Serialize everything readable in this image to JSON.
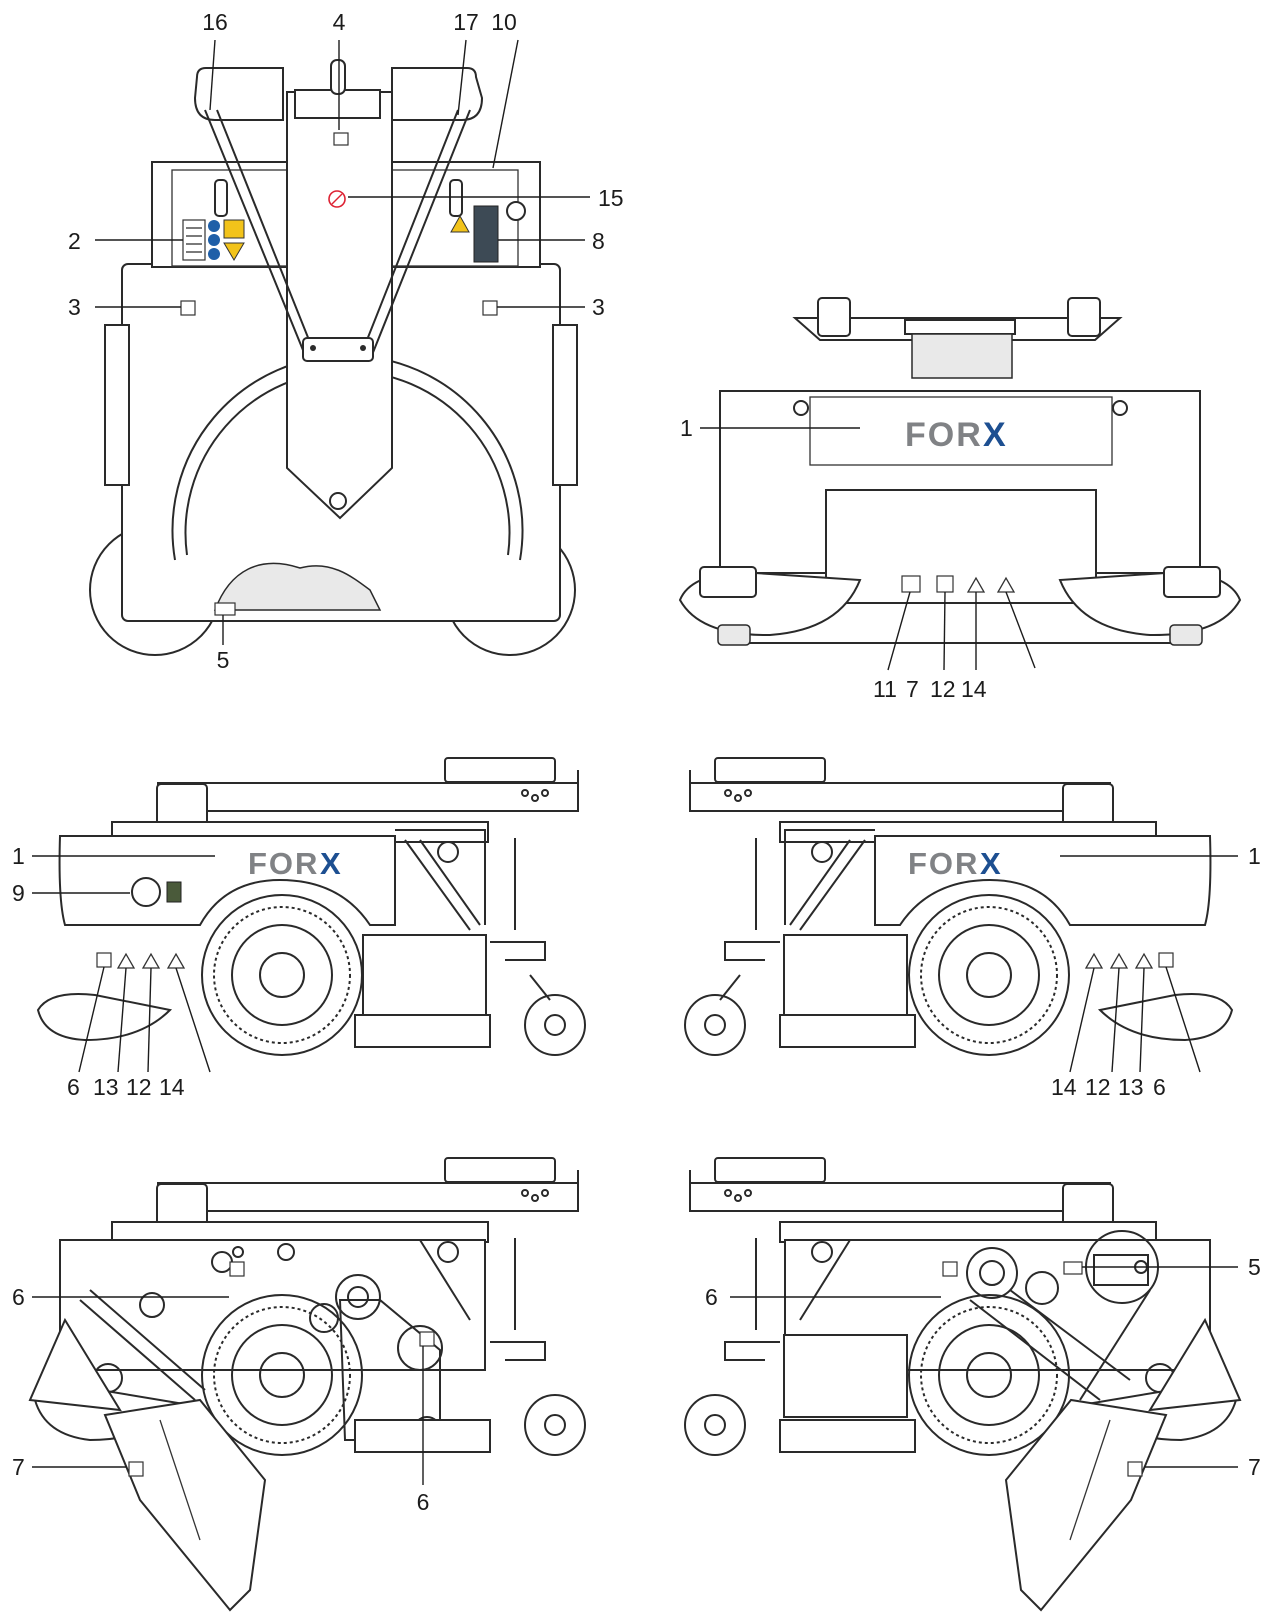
{
  "brand": {
    "prefix": "FOR",
    "suffix": "X",
    "accent_color": "#1d4f91",
    "text_color": "#808285"
  },
  "views": {
    "top": {
      "labels": [
        "16",
        "4",
        "17",
        "10",
        "15",
        "2",
        "8",
        "3",
        "3",
        "5"
      ]
    },
    "front": {
      "labels": [
        "1",
        "11",
        "7",
        "12",
        "14"
      ]
    },
    "side_left": {
      "labels": [
        "1",
        "9",
        "6",
        "13",
        "12",
        "14"
      ]
    },
    "side_right": {
      "labels": [
        "1",
        "14",
        "12",
        "13",
        "6"
      ]
    },
    "open_left": {
      "labels": [
        "6",
        "7",
        "6"
      ]
    },
    "open_right": {
      "labels": [
        "6",
        "5",
        "7"
      ]
    }
  }
}
